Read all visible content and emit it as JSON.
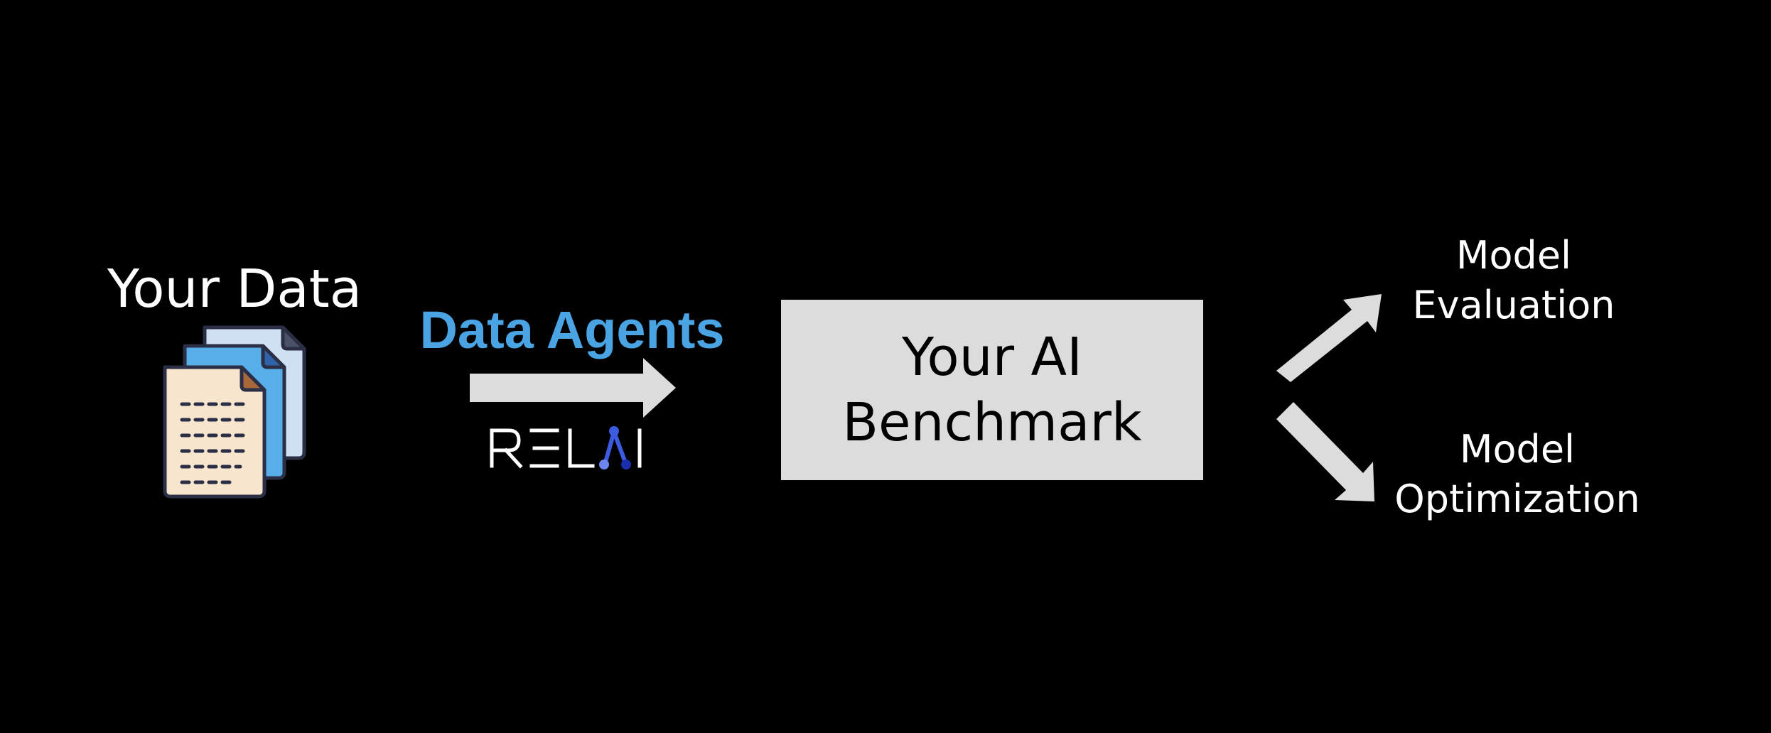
{
  "source": {
    "title": "Your Data",
    "icon": "stacked-documents-icon"
  },
  "agents": {
    "title": "Data Agents",
    "title_color": "#4aa3e2",
    "logo_text": "RELAI",
    "logo_icon": "relai-logo"
  },
  "benchmark": {
    "line1": "Your AI",
    "line2": "Benchmark",
    "box_color": "#dcdcdc"
  },
  "outputs": {
    "evaluation": {
      "line1": "Model",
      "line2": "Evaluation"
    },
    "optimization": {
      "line1": "Model",
      "line2": "Optimization"
    }
  },
  "colors": {
    "background": "#000000",
    "arrow": "#dcdcdc",
    "text": "#ffffff"
  }
}
